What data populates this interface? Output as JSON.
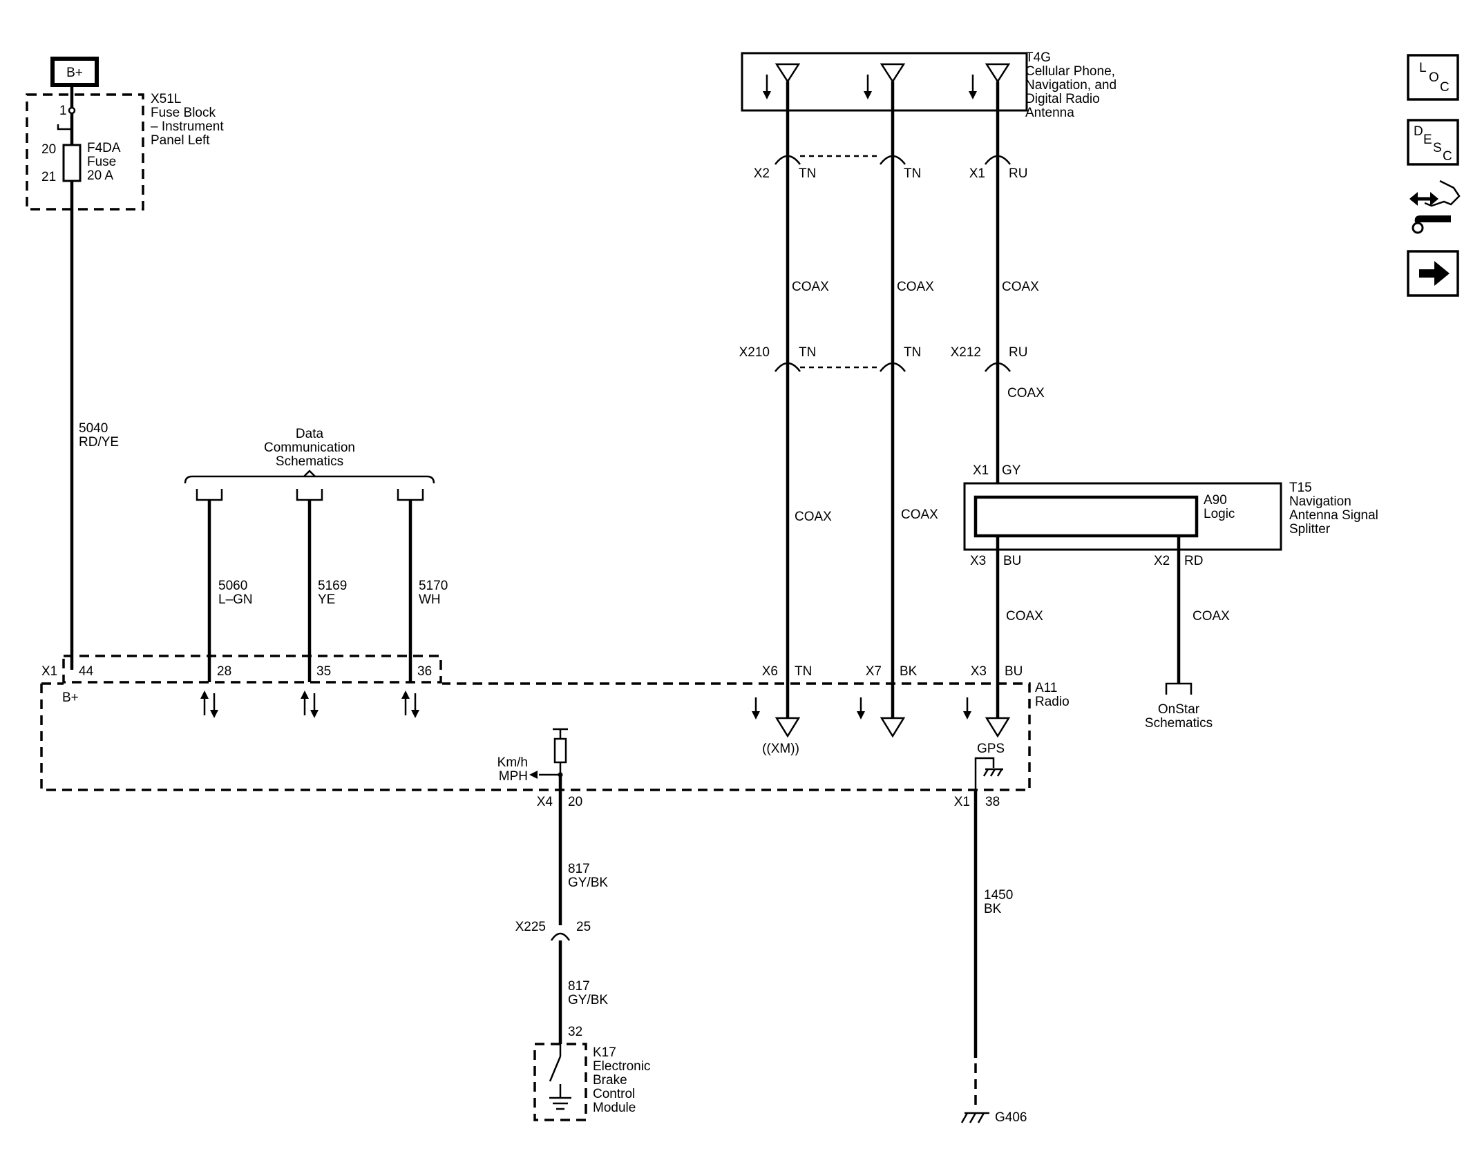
{
  "power": {
    "bplus": "B+",
    "fuse_block_id": "X51L",
    "fuse_block_name": [
      "Fuse Block",
      "– Instrument",
      "Panel Left"
    ],
    "pin1": "1",
    "pin20": "20",
    "pin21": "21",
    "fuse_id": "F4DA",
    "fuse_word": "Fuse",
    "fuse_rating": "20 A",
    "wire_circuit": "5040",
    "wire_color": "RD/YE"
  },
  "antenna": {
    "id": "T4G",
    "name": [
      "Cellular Phone,",
      "Navigation, and",
      "Digital Radio",
      "Antenna"
    ]
  },
  "coax_label": "COAX",
  "upper_connectors": [
    {
      "conn": "X2",
      "color": "TN"
    },
    {
      "conn": "",
      "color": "TN"
    },
    {
      "conn": "X1",
      "color": "RU"
    }
  ],
  "mid_connectors": [
    {
      "conn": "X210",
      "color": "TN"
    },
    {
      "conn": "",
      "color": "TN"
    },
    {
      "conn": "X212",
      "color": "RU"
    }
  ],
  "data_comm": {
    "title": [
      "Data",
      "Communication",
      "Schematics"
    ],
    "wires": [
      {
        "circuit": "5060",
        "color": "L–GN",
        "pin": "28"
      },
      {
        "circuit": "5169",
        "color": "YE",
        "pin": "35"
      },
      {
        "circuit": "5170",
        "color": "WH",
        "pin": "36"
      }
    ]
  },
  "splitter": {
    "in_conn": "X1",
    "in_color": "GY",
    "module_id": "A90",
    "module_name": "Logic",
    "id": "T15",
    "name": [
      "Navigation",
      "Antenna Signal",
      "Splitter"
    ],
    "out1_conn": "X3",
    "out1_color": "BU",
    "out2_conn": "X2",
    "out2_color": "RD"
  },
  "radio": {
    "id": "A11",
    "name": "Radio",
    "x1": "X1",
    "pin44": "44",
    "bplus": "B+",
    "x6": "X6",
    "x6_color": "TN",
    "x7": "X7",
    "x7_color": "BK",
    "x3": "X3",
    "x3_color": "BU",
    "xm": "((XM))",
    "gps": "GPS",
    "speed1": "Km/h",
    "speed2": "MPH",
    "x4": "X4",
    "pin20": "20",
    "gnd_conn": "X1",
    "gnd_pin": "38"
  },
  "onstar": [
    "OnStar",
    "Schematics"
  ],
  "speed_wire": {
    "circuit": "817",
    "color": "GY/BK",
    "inline": "X225",
    "inline_pin": "25",
    "circuit2": "817",
    "color2": "GY/BK",
    "pin": "32"
  },
  "ebcm": {
    "id": "K17",
    "name": [
      "Electronic",
      "Brake",
      "Control",
      "Module"
    ]
  },
  "ground": {
    "circuit": "1450",
    "color": "BK",
    "id": "G406"
  },
  "side_icons": {
    "loc": [
      "L",
      "O",
      "C"
    ],
    "desc": [
      "D",
      "E",
      "S",
      "C"
    ],
    "icons": [
      "loc-icon",
      "desc-icon",
      "connector-tools-icon",
      "next-arrow-icon"
    ]
  }
}
